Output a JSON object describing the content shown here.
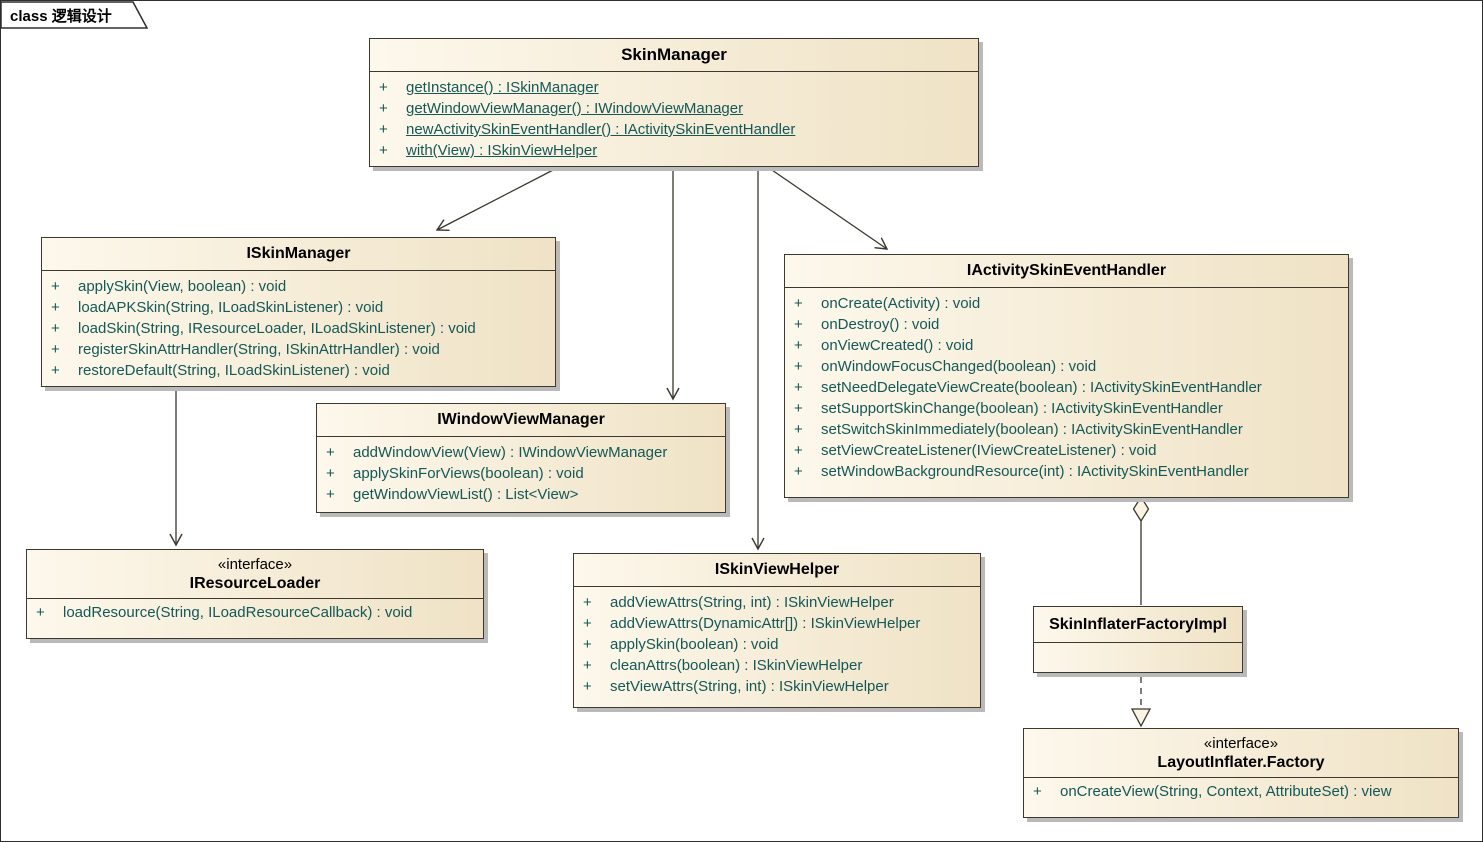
{
  "diagram": {
    "tab_label": "class 逻辑设计"
  },
  "colors": {
    "box_fill_light": "#FDF8EC",
    "box_fill_dark": "#EFE2C5",
    "box_border": "#3E392E",
    "method_text": "#145858",
    "shadow": "#BABABA",
    "line": "#3A362C",
    "background": "#FFFFFF"
  },
  "classes": [
    {
      "id": "SkinManager",
      "stereotype": null,
      "name": "SkinManager",
      "methods": [
        {
          "vis": "+",
          "sig": "getInstance() : ISkinManager",
          "u": true
        },
        {
          "vis": "+",
          "sig": "getWindowViewManager() : IWindowViewManager",
          "u": true
        },
        {
          "vis": "+",
          "sig": "newActivitySkinEventHandler() : IActivitySkinEventHandler",
          "u": true
        },
        {
          "vis": "+",
          "sig": "with(View) : ISkinViewHelper",
          "u": true
        }
      ]
    },
    {
      "id": "ISkinManager",
      "stereotype": null,
      "name": "ISkinManager",
      "methods": [
        {
          "vis": "+",
          "sig": "applySkin(View, boolean) : void",
          "u": false
        },
        {
          "vis": "+",
          "sig": "loadAPKSkin(String, ILoadSkinListener) : void",
          "u": false
        },
        {
          "vis": "+",
          "sig": "loadSkin(String, IResourceLoader, ILoadSkinListener) : void",
          "u": false
        },
        {
          "vis": "+",
          "sig": "registerSkinAttrHandler(String, ISkinAttrHandler) : void",
          "u": false
        },
        {
          "vis": "+",
          "sig": "restoreDefault(String, ILoadSkinListener) : void",
          "u": false
        }
      ]
    },
    {
      "id": "IActivitySkinEventHandler",
      "stereotype": null,
      "name": "IActivitySkinEventHandler",
      "methods": [
        {
          "vis": "+",
          "sig": "onCreate(Activity) : void",
          "u": false
        },
        {
          "vis": "+",
          "sig": "onDestroy() : void",
          "u": false
        },
        {
          "vis": "+",
          "sig": "onViewCreated() : void",
          "u": false
        },
        {
          "vis": "+",
          "sig": "onWindowFocusChanged(boolean) : void",
          "u": false
        },
        {
          "vis": "+",
          "sig": "setNeedDelegateViewCreate(boolean) : IActivitySkinEventHandler",
          "u": false
        },
        {
          "vis": "+",
          "sig": "setSupportSkinChange(boolean) : IActivitySkinEventHandler",
          "u": false
        },
        {
          "vis": "+",
          "sig": "setSwitchSkinImmediately(boolean) : IActivitySkinEventHandler",
          "u": false
        },
        {
          "vis": "+",
          "sig": "setViewCreateListener(IViewCreateListener) : void",
          "u": false
        },
        {
          "vis": "+",
          "sig": "setWindowBackgroundResource(int) : IActivitySkinEventHandler",
          "u": false
        }
      ]
    },
    {
      "id": "IWindowViewManager",
      "stereotype": null,
      "name": "IWindowViewManager",
      "methods": [
        {
          "vis": "+",
          "sig": "addWindowView(View) : IWindowViewManager",
          "u": false
        },
        {
          "vis": "+",
          "sig": "applySkinForViews(boolean) : void",
          "u": false
        },
        {
          "vis": "+",
          "sig": "getWindowViewList() : List<View>",
          "u": false
        }
      ]
    },
    {
      "id": "IResourceLoader",
      "stereotype": "«interface»",
      "name": "IResourceLoader",
      "methods": [
        {
          "vis": "+",
          "sig": "loadResource(String, ILoadResourceCallback) : void",
          "u": false
        }
      ]
    },
    {
      "id": "ISkinViewHelper",
      "stereotype": null,
      "name": "ISkinViewHelper",
      "methods": [
        {
          "vis": "+",
          "sig": "addViewAttrs(String, int) : ISkinViewHelper",
          "u": false
        },
        {
          "vis": "+",
          "sig": "addViewAttrs(DynamicAttr[]) : ISkinViewHelper",
          "u": false
        },
        {
          "vis": "+",
          "sig": "applySkin(boolean) : void",
          "u": false
        },
        {
          "vis": "+",
          "sig": "cleanAttrs(boolean) : ISkinViewHelper",
          "u": false
        },
        {
          "vis": "+",
          "sig": "setViewAttrs(String, int) : ISkinViewHelper",
          "u": false
        }
      ]
    },
    {
      "id": "SkinInflaterFactoryImpl",
      "stereotype": null,
      "name": "SkinInflaterFactoryImpl",
      "methods": []
    },
    {
      "id": "LayoutInflater.Factory",
      "stereotype": "«interface»",
      "name": "LayoutInflater.Factory",
      "methods": [
        {
          "vis": "+",
          "sig": "onCreateView(String, Context, AttributeSet) : view",
          "u": false
        }
      ]
    }
  ],
  "relationships": [
    {
      "from": "SkinManager",
      "to": "ISkinManager",
      "type": "association",
      "arrow": "open"
    },
    {
      "from": "SkinManager",
      "to": "IWindowViewManager",
      "type": "association",
      "arrow": "open"
    },
    {
      "from": "SkinManager",
      "to": "ISkinViewHelper",
      "type": "association",
      "arrow": "open"
    },
    {
      "from": "SkinManager",
      "to": "IActivitySkinEventHandler",
      "type": "association",
      "arrow": "open"
    },
    {
      "from": "ISkinManager",
      "to": "IResourceLoader",
      "type": "association",
      "arrow": "open"
    },
    {
      "from": "IActivitySkinEventHandler",
      "to": "SkinInflaterFactoryImpl",
      "type": "aggregation",
      "arrow": "hollow-diamond"
    },
    {
      "from": "SkinInflaterFactoryImpl",
      "to": "LayoutInflater.Factory",
      "type": "realization",
      "arrow": "hollow-triangle-dashed"
    }
  ]
}
